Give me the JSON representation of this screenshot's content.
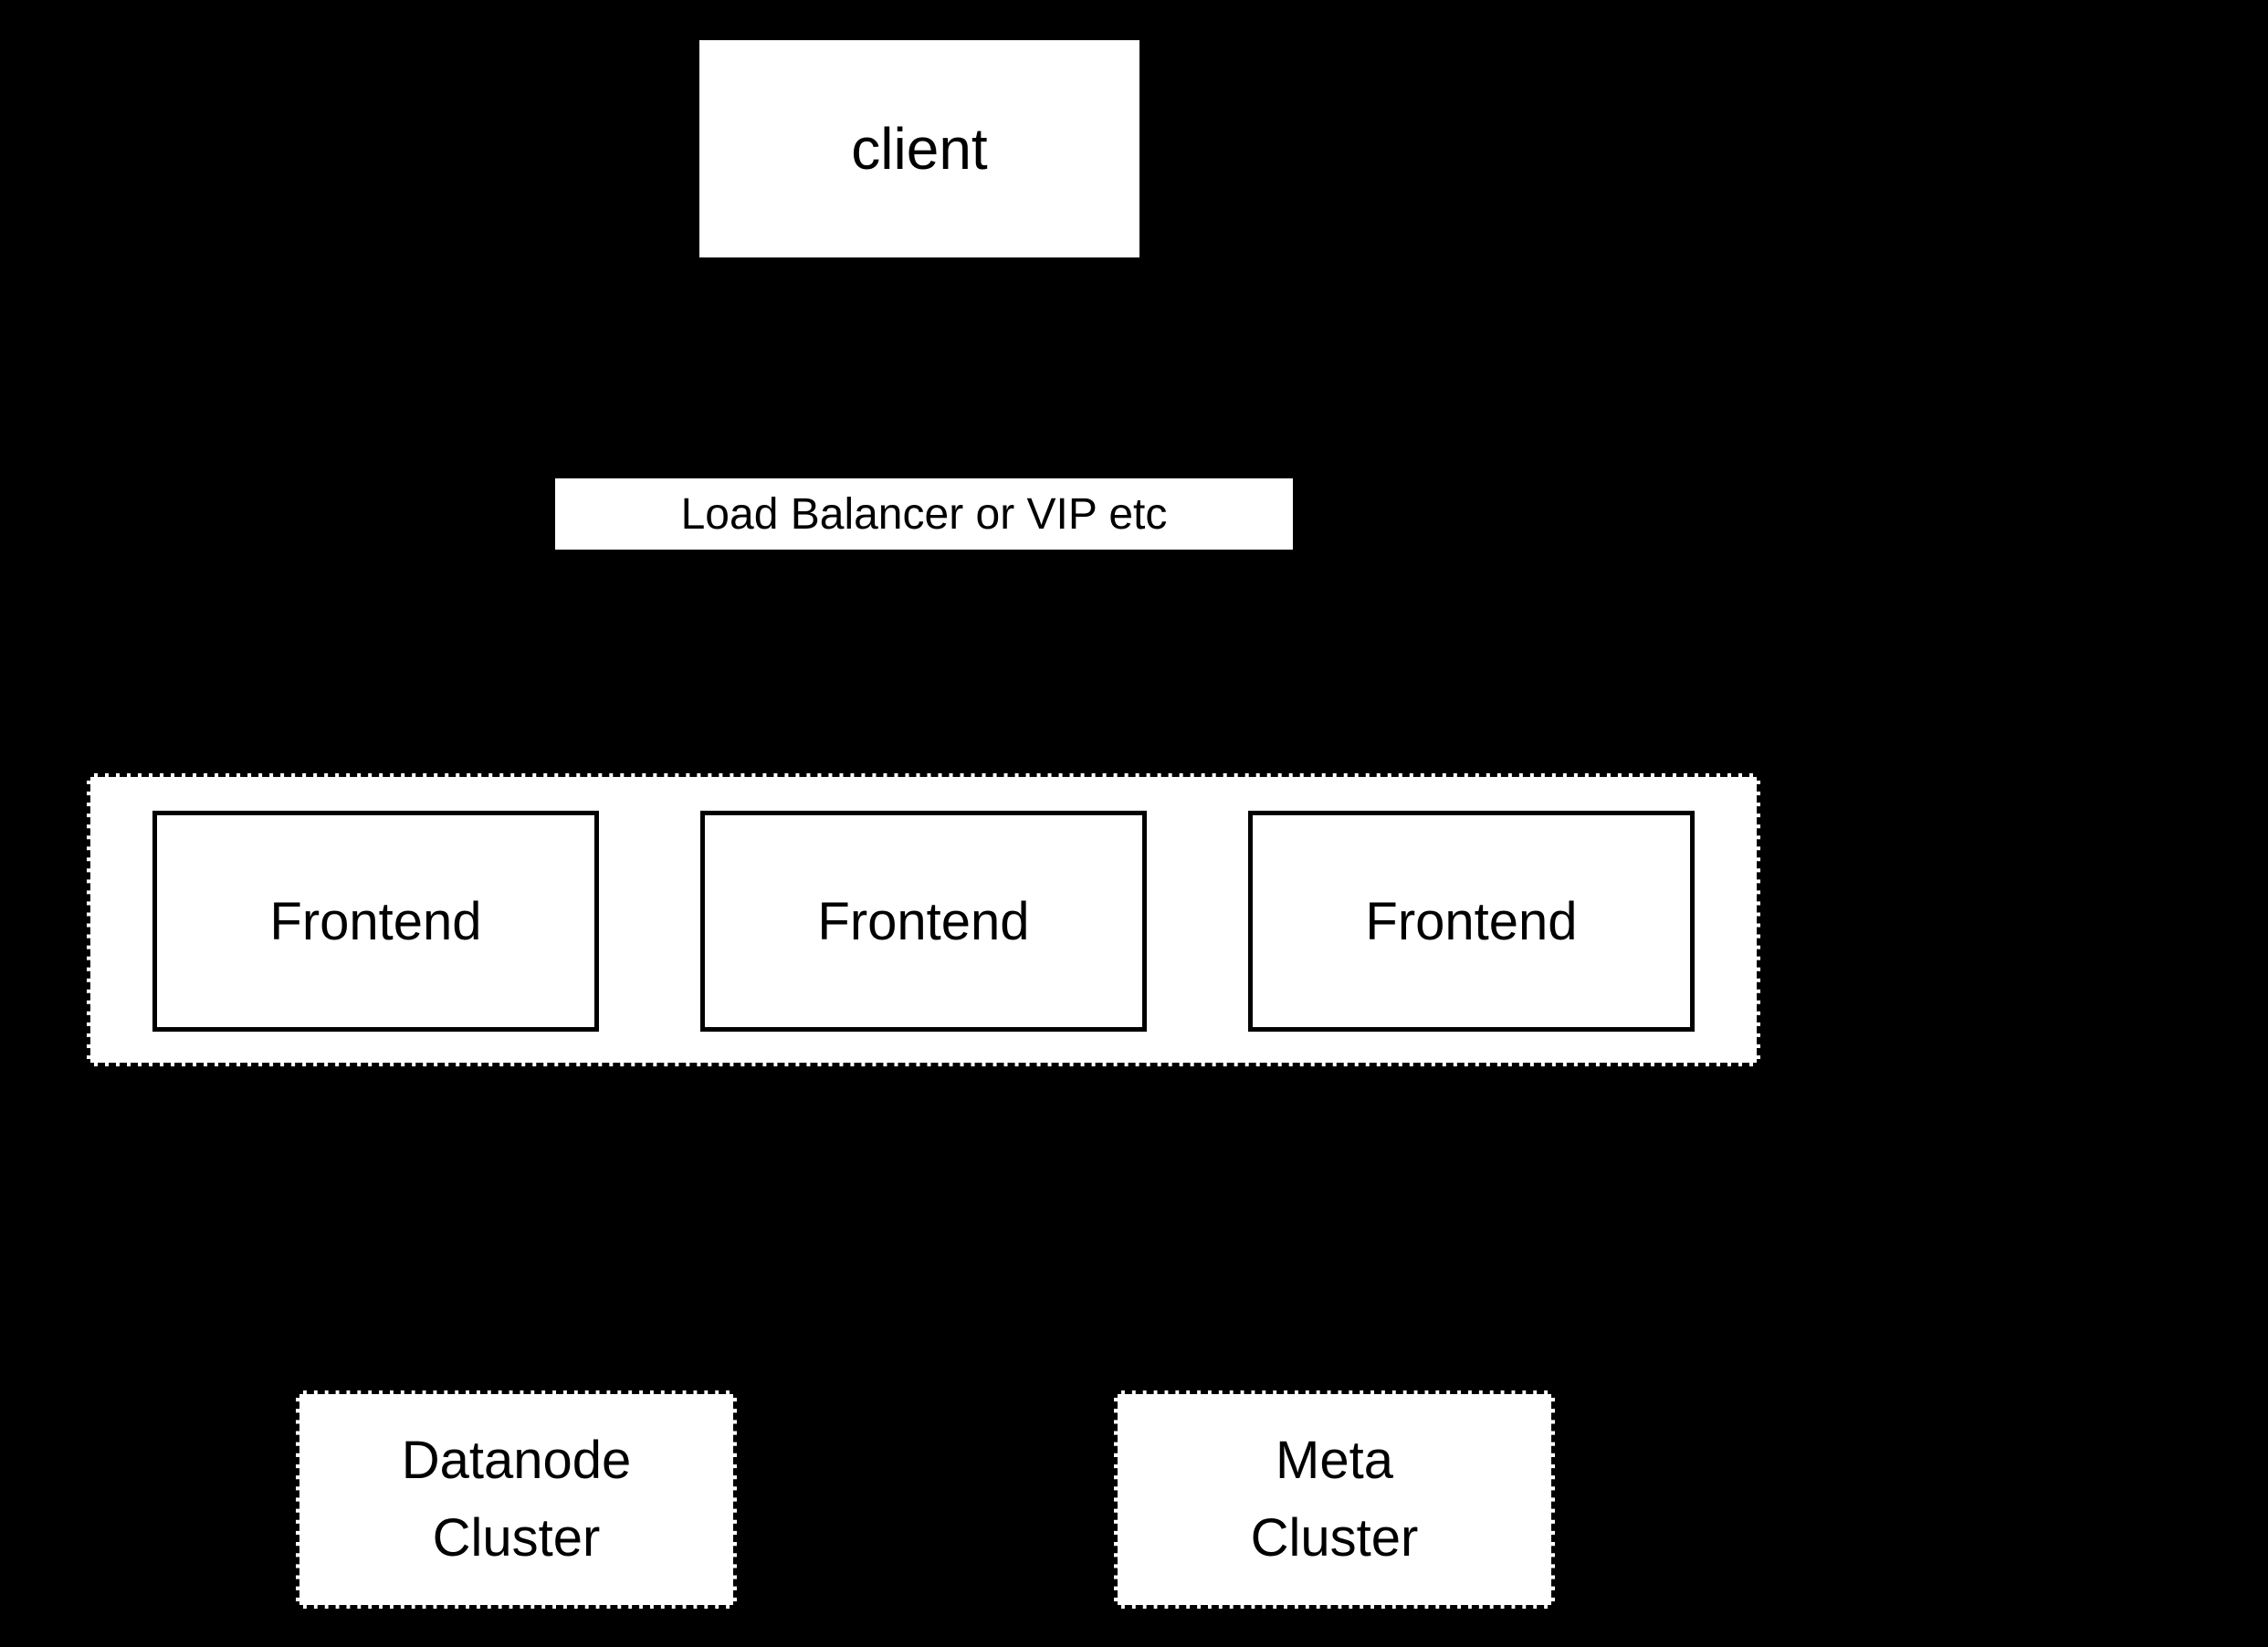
{
  "diagram": {
    "background_color": "#000000",
    "node_fill_color": "#ffffff",
    "stroke_color": "#000000",
    "client": {
      "label": "client"
    },
    "load_balancer": {
      "label": "Load Balancer or VIP etc"
    },
    "frontend_group": {
      "frontends": [
        {
          "label": "Frontend"
        },
        {
          "label": "Frontend"
        },
        {
          "label": "Frontend"
        }
      ]
    },
    "datanode_cluster": {
      "label": "Datanode\nCluster"
    },
    "meta_cluster": {
      "label": "Meta\nCluster"
    }
  }
}
